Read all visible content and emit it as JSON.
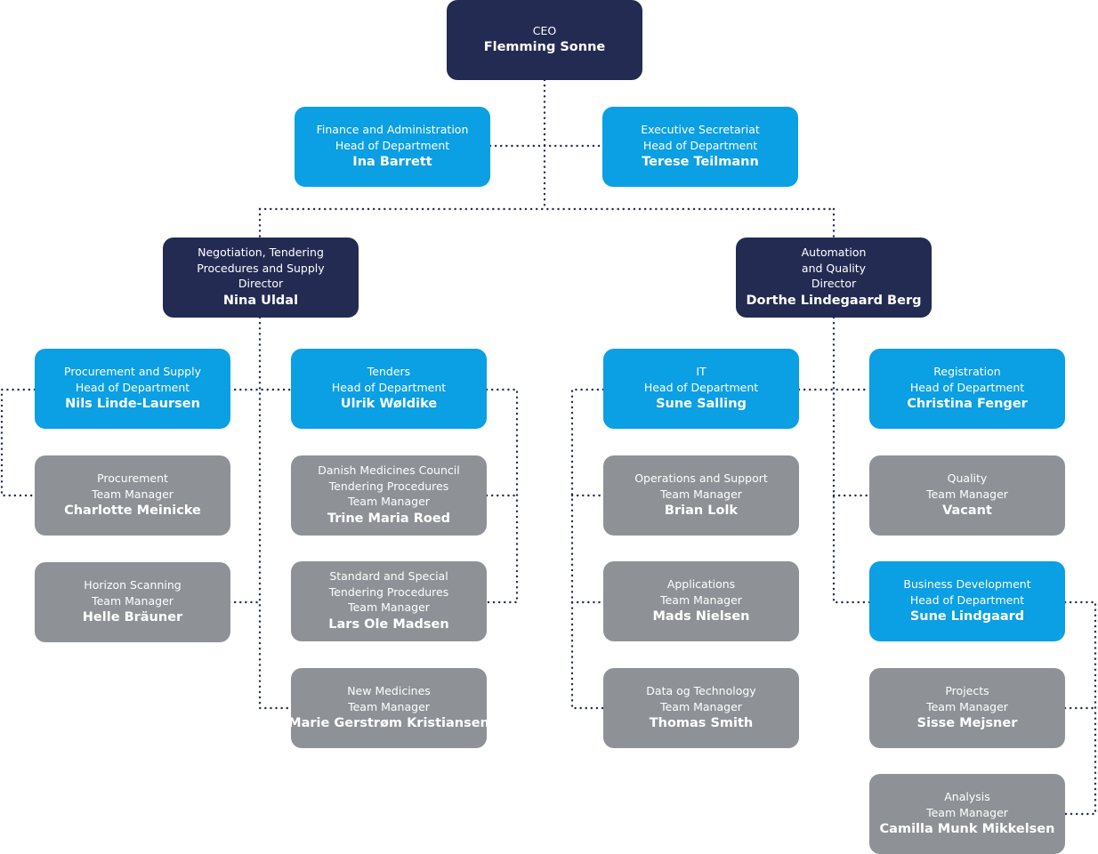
{
  "boxes": [
    {
      "id": "ceo",
      "color": "navy",
      "lines": [
        "CEO"
      ],
      "name": "Flemming Sonne"
    },
    {
      "id": "finance",
      "color": "blue",
      "lines": [
        "Finance and Administration",
        "Head of Department"
      ],
      "name": "Ina Barrett"
    },
    {
      "id": "secretariat",
      "color": "blue",
      "lines": [
        "Executive Secretariat",
        "Head of Department"
      ],
      "name": "Terese Teilmann"
    },
    {
      "id": "negotiation",
      "color": "navy",
      "lines": [
        "Negotiation, Tendering",
        "Procedures and Supply",
        "Director"
      ],
      "name": "Nina Uldal"
    },
    {
      "id": "automation",
      "color": "navy",
      "lines": [
        "Automation",
        "and Quality",
        "Director"
      ],
      "name": "Dorthe Lindegaard Berg"
    },
    {
      "id": "procurement-supply",
      "color": "blue",
      "lines": [
        "Procurement and Supply",
        "Head of Department"
      ],
      "name": "Nils Linde-Laursen"
    },
    {
      "id": "tenders",
      "color": "blue",
      "lines": [
        "Tenders",
        "Head of Department"
      ],
      "name": "Ulrik Wøldike"
    },
    {
      "id": "it",
      "color": "blue",
      "lines": [
        "IT",
        "Head of Department"
      ],
      "name": "Sune Salling"
    },
    {
      "id": "registration",
      "color": "blue",
      "lines": [
        "Registration",
        "Head of Department"
      ],
      "name": "Christina Fenger"
    },
    {
      "id": "procurement",
      "color": "grey",
      "lines": [
        "Procurement",
        "Team Manager"
      ],
      "name": "Charlotte Meinicke"
    },
    {
      "id": "dmc-tendering",
      "color": "grey",
      "lines": [
        "Danish Medicines Council",
        "Tendering Procedures",
        "Team Manager"
      ],
      "name": "Trine Maria Roed"
    },
    {
      "id": "operations-support",
      "color": "grey",
      "lines": [
        "Operations and Support",
        "Team Manager"
      ],
      "name": "Brian Lolk"
    },
    {
      "id": "quality",
      "color": "grey",
      "lines": [
        "Quality",
        "Team Manager"
      ],
      "name": "Vacant"
    },
    {
      "id": "horizon-scanning",
      "color": "grey",
      "lines": [
        "Horizon Scanning",
        "Team Manager"
      ],
      "name": "Helle Bräuner"
    },
    {
      "id": "standard-special",
      "color": "grey",
      "lines": [
        "Standard and Special",
        "Tendering Procedures",
        "Team Manager"
      ],
      "name": "Lars Ole Madsen"
    },
    {
      "id": "applications",
      "color": "grey",
      "lines": [
        "Applications",
        "Team Manager"
      ],
      "name": "Mads Nielsen"
    },
    {
      "id": "business-development",
      "color": "blue",
      "lines": [
        "Business Development",
        "Head of Department"
      ],
      "name": "Sune Lindgaard"
    },
    {
      "id": "new-medicines",
      "color": "grey",
      "lines": [
        "New Medicines",
        "Team Manager"
      ],
      "name": "Marie Gerstrøm Kristiansen"
    },
    {
      "id": "data-technology",
      "color": "grey",
      "lines": [
        "Data og Technology",
        "Team Manager"
      ],
      "name": "Thomas Smith"
    },
    {
      "id": "projects",
      "color": "grey",
      "lines": [
        "Projects",
        "Team Manager"
      ],
      "name": "Sisse Mejsner"
    },
    {
      "id": "analysis",
      "color": "grey",
      "lines": [
        "Analysis",
        "Team Manager"
      ],
      "name": "Camilla Munk Mikkelsen"
    }
  ],
  "colors": {
    "navy": "#232b52",
    "blue": "#0b9fe3",
    "grey": "#8e9296",
    "connector": "#232b52"
  }
}
